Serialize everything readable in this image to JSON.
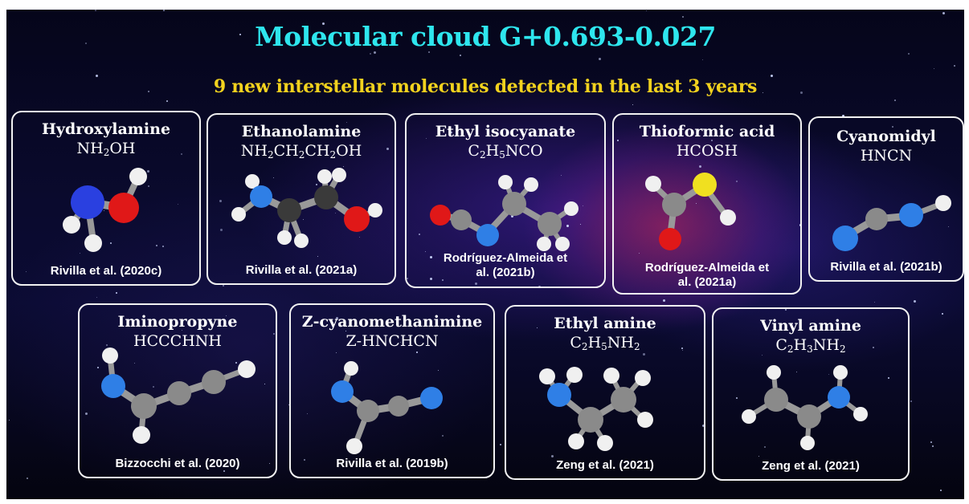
{
  "title": "Molecular cloud G+0.693-0.027",
  "subtitle": "9 new interstellar molecules detected in the last 3 years",
  "colors": {
    "title": "#2ee6ee",
    "subtitle": "#f2d21e",
    "carbon": "#8a8a8a",
    "nitrogen": "#2f7fe6",
    "oxygen": "#e01818",
    "sulfur": "#f0e020",
    "hydrogen": "#f0f0f0"
  },
  "molecules": [
    {
      "name": "Hydroxylamine",
      "formula": "NH₂OH",
      "reference": "Rivilla et al. (2020c)"
    },
    {
      "name": "Ethanolamine",
      "formula": "NH₂CH₂CH₂OH",
      "reference": "Rivilla et al. (2021a)"
    },
    {
      "name": "Ethyl isocyanate",
      "formula": "C₂H₅NCO",
      "reference": "Rodríguez-Almeida et al. (2021b)"
    },
    {
      "name": "Thioformic acid",
      "formula": "HCOSH",
      "reference": "Rodríguez-Almeida et al. (2021a)"
    },
    {
      "name": "Cyanomidyl",
      "formula": "HNCN",
      "reference": "Rivilla et al. (2021b)"
    },
    {
      "name": "Iminopropyne",
      "formula": "HCCCHNH",
      "reference": "Bizzocchi et al. (2020)"
    },
    {
      "name": "Z-cyanomethanimine",
      "formula": "Z-HNCHCN",
      "reference": "Rivilla et al. (2019b)"
    },
    {
      "name": "Ethyl amine",
      "formula": "C₂H₅NH₂",
      "reference": "Zeng et al. (2021)"
    },
    {
      "name": "Vinyl amine",
      "formula": "C₂H₃NH₂",
      "reference": "Zeng et al. (2021)"
    }
  ]
}
